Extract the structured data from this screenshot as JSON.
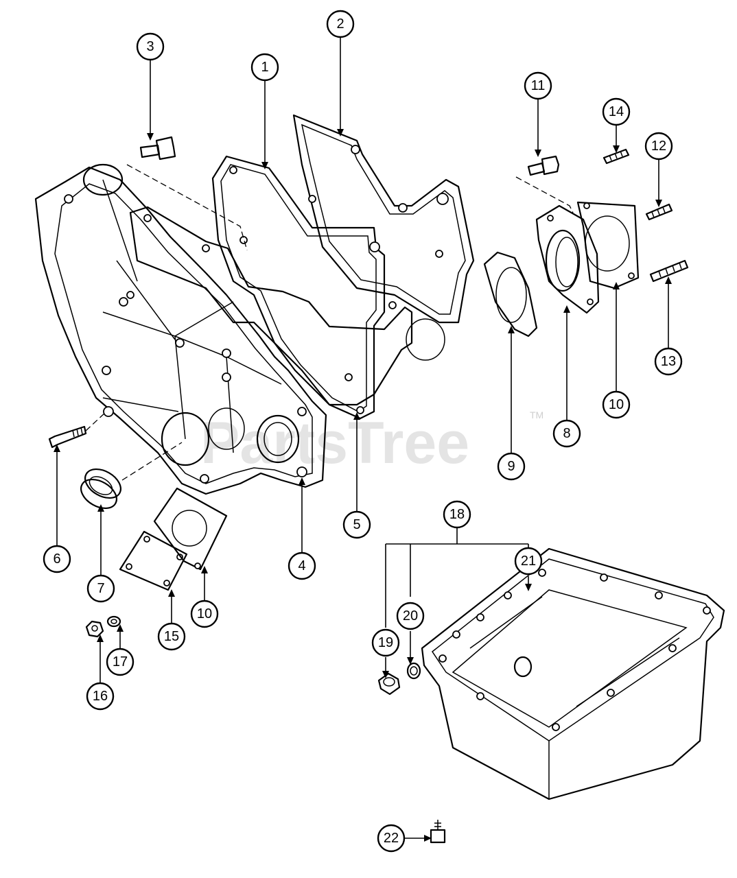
{
  "watermark": {
    "text": "PartsTree",
    "trademark": "TM"
  },
  "callouts": [
    {
      "id": "c1",
      "label": "1"
    },
    {
      "id": "c2",
      "label": "2"
    },
    {
      "id": "c3",
      "label": "3"
    },
    {
      "id": "c4",
      "label": "4"
    },
    {
      "id": "c5",
      "label": "5"
    },
    {
      "id": "c6",
      "label": "6"
    },
    {
      "id": "c7",
      "label": "7"
    },
    {
      "id": "c8",
      "label": "8"
    },
    {
      "id": "c9",
      "label": "9"
    },
    {
      "id": "c10a",
      "label": "10"
    },
    {
      "id": "c10b",
      "label": "10"
    },
    {
      "id": "c11",
      "label": "11"
    },
    {
      "id": "c12",
      "label": "12"
    },
    {
      "id": "c13",
      "label": "13"
    },
    {
      "id": "c14",
      "label": "14"
    },
    {
      "id": "c15",
      "label": "15"
    },
    {
      "id": "c16",
      "label": "16"
    },
    {
      "id": "c17",
      "label": "17"
    },
    {
      "id": "c18",
      "label": "18"
    },
    {
      "id": "c19",
      "label": "19"
    },
    {
      "id": "c20",
      "label": "20"
    },
    {
      "id": "c21",
      "label": "21"
    },
    {
      "id": "c22",
      "label": "22"
    }
  ]
}
